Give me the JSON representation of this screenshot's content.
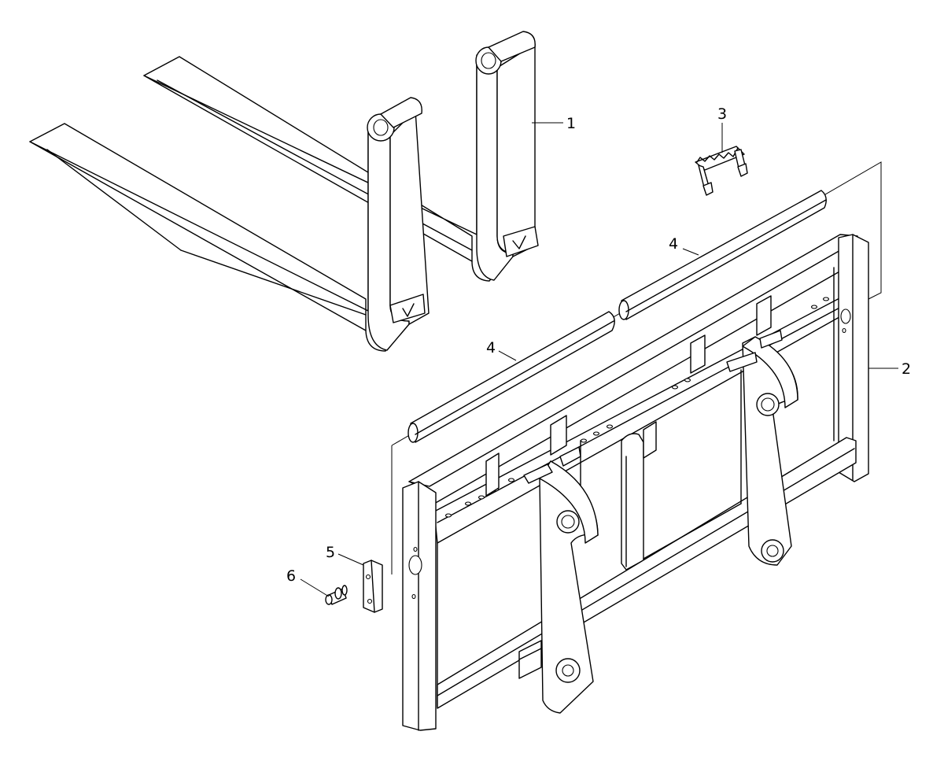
{
  "callouts": [
    {
      "id": "1",
      "label": "1"
    },
    {
      "id": "2",
      "label": "2"
    },
    {
      "id": "3",
      "label": "3"
    },
    {
      "id": "4a",
      "label": "4"
    },
    {
      "id": "4b",
      "label": "4"
    },
    {
      "id": "5",
      "label": "5"
    },
    {
      "id": "6",
      "label": "6"
    }
  ]
}
